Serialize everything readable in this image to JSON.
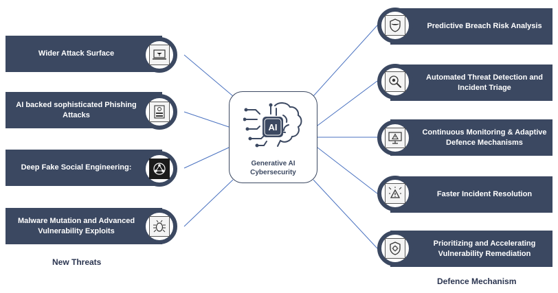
{
  "center": {
    "title_line1": "Generative AI",
    "title_line2": "Cybersecurity",
    "chip_text": "AI"
  },
  "threats": {
    "heading": "New Threats",
    "items": [
      {
        "label": "Wider Attack Surface",
        "icon": "laptop-icon"
      },
      {
        "label": "AI backed sophisticated Phishing Attacks",
        "icon": "phishing-icon"
      },
      {
        "label": "Deep Fake Social Engineering:",
        "icon": "network-icon"
      },
      {
        "label": "Malware Mutation and Advanced Vulnerability Exploits",
        "icon": "bug-icon"
      }
    ]
  },
  "defence": {
    "heading": "Defence Mechanism",
    "items": [
      {
        "label": "Predictive Breach Risk Analysis",
        "icon": "shield-icon"
      },
      {
        "label": "Automated Threat Detection and Incident Triage",
        "icon": "magnifier-gear-icon"
      },
      {
        "label": "Continuous Monitoring & Adaptive Defence Mechanisms",
        "icon": "monitor-warning-icon"
      },
      {
        "label": "Faster Incident Resolution",
        "icon": "warning-arrows-icon"
      },
      {
        "label": "Prioritizing and Accelerating Vulnerability Remediation",
        "icon": "shield-gear-icon"
      }
    ]
  },
  "colors": {
    "box": "#3b4861",
    "line": "#4a72c0",
    "text": "#ffffff"
  }
}
